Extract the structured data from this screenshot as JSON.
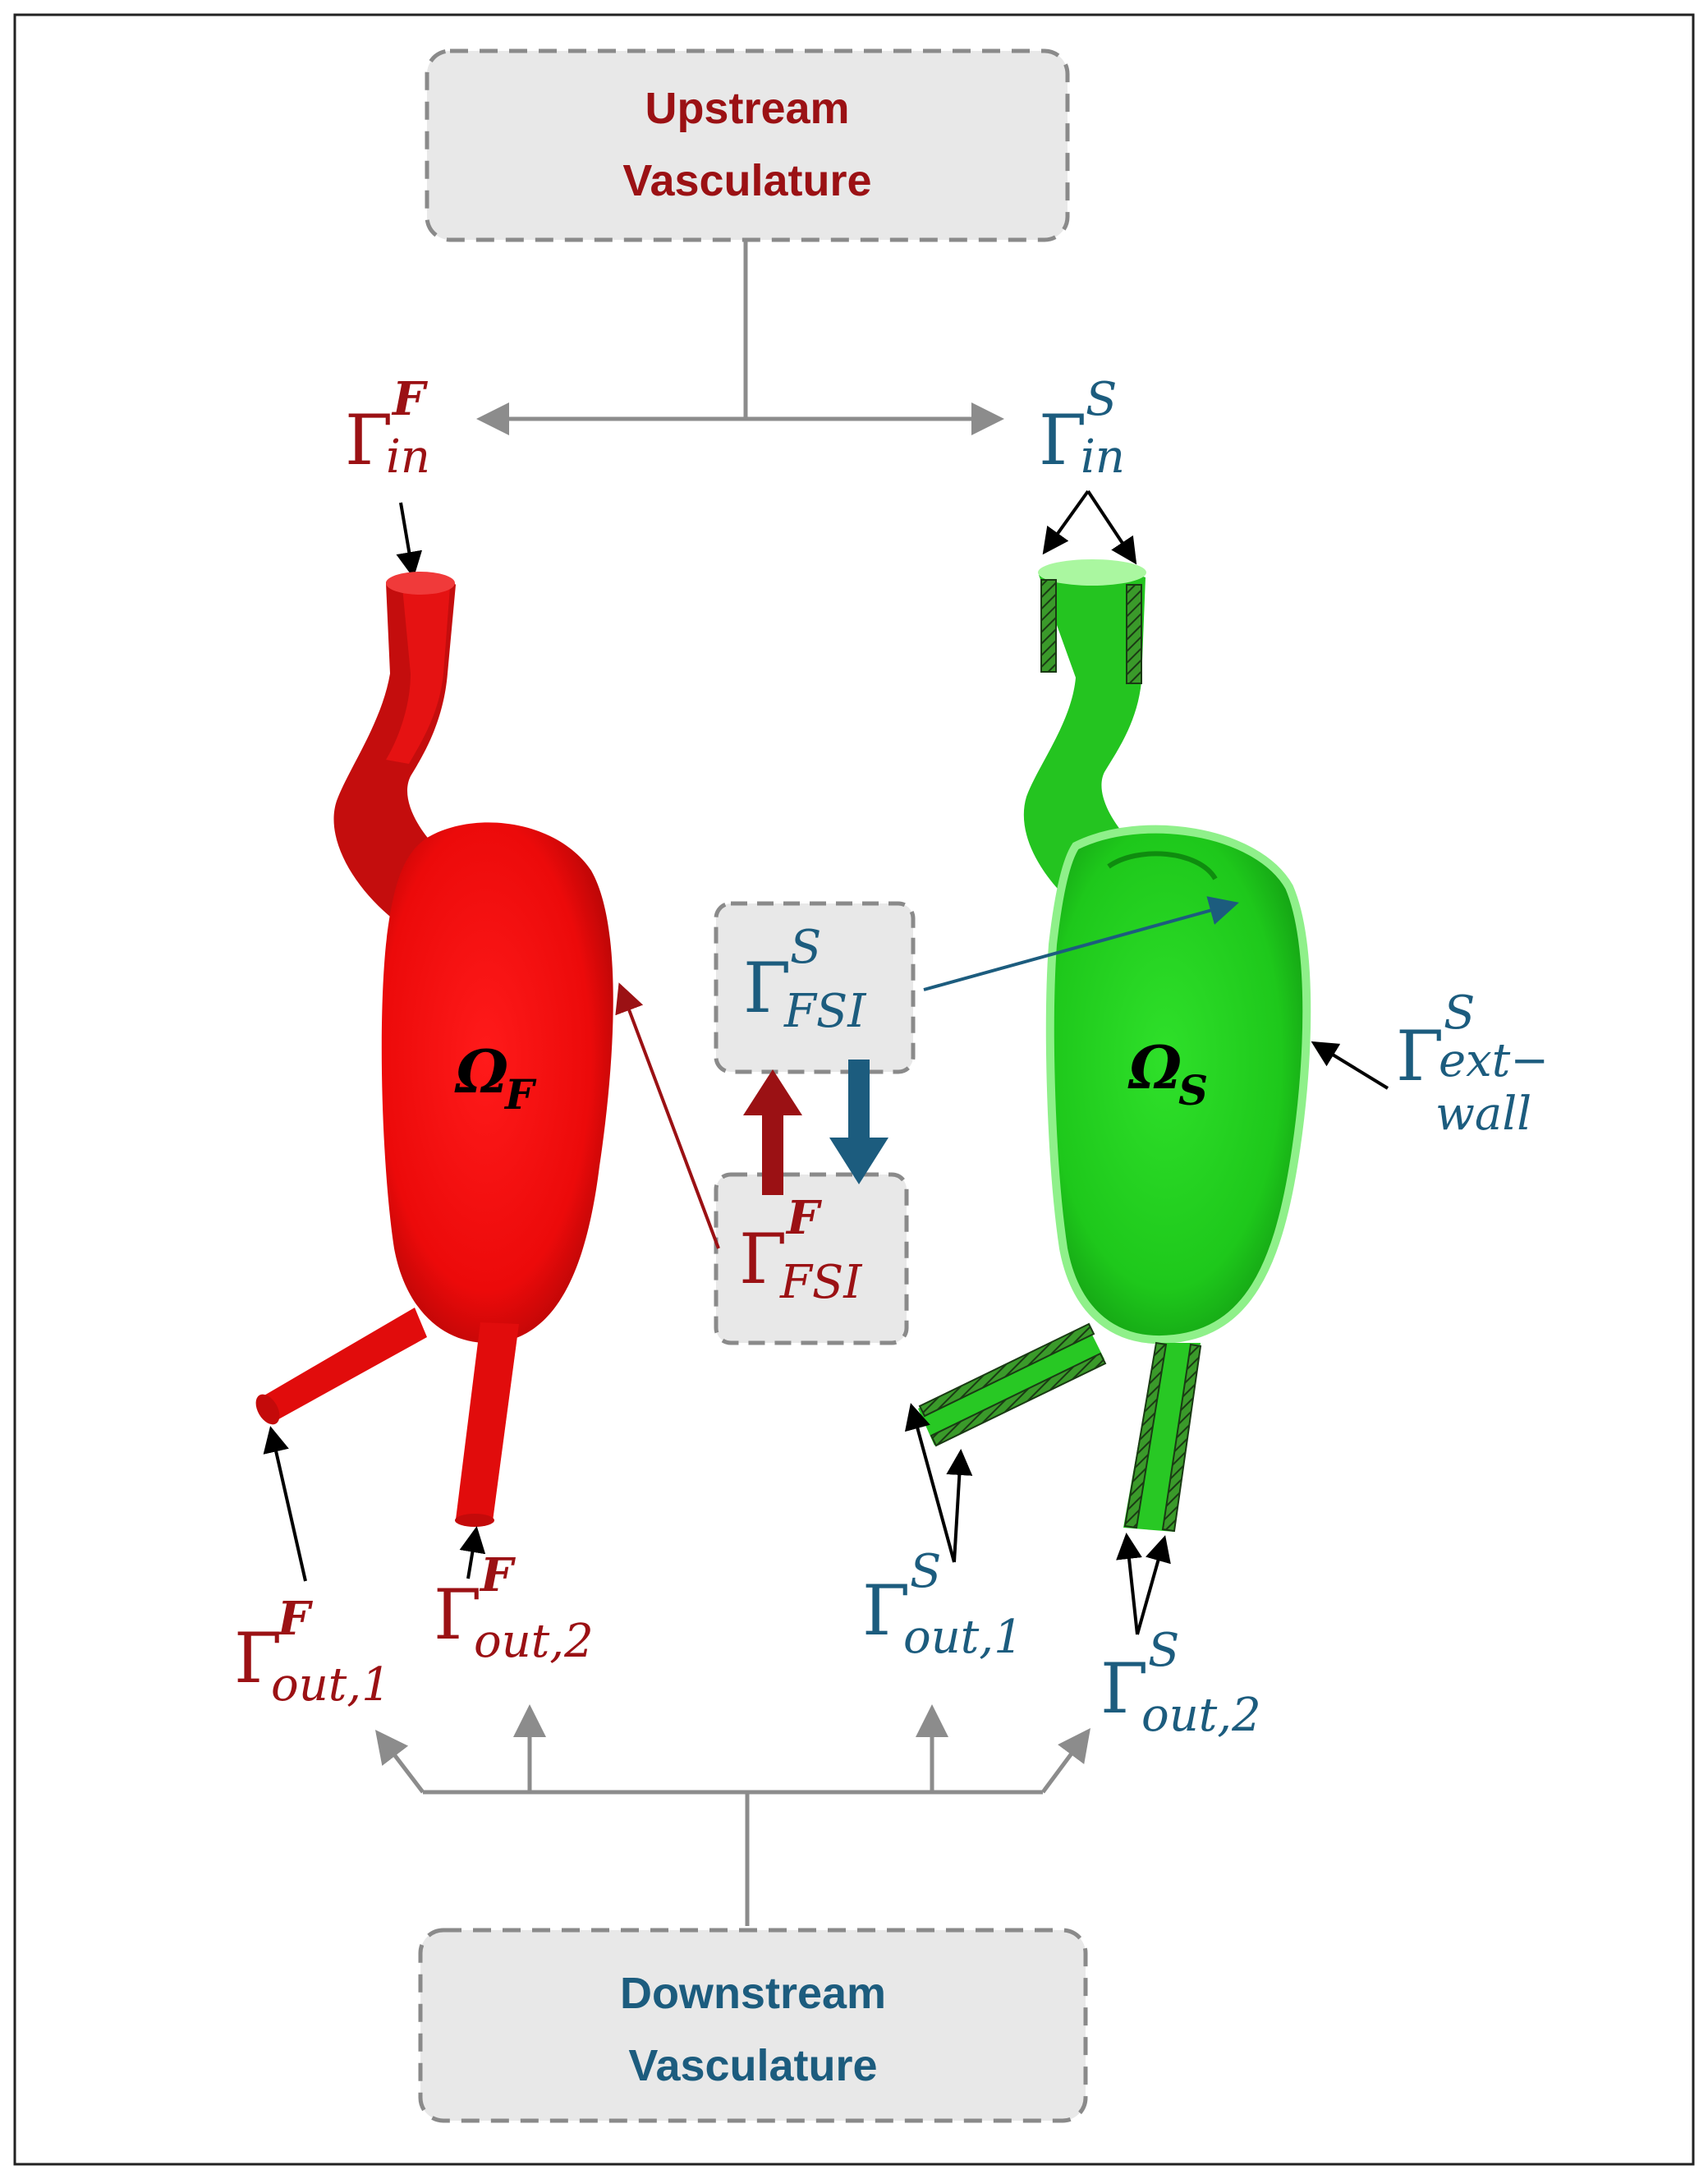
{
  "colors": {
    "fluid": "#9b1114",
    "solid": "#1c5c7e",
    "gray": "#8c8c8c",
    "box_fill": "#e8e8e8",
    "box_stroke": "#8a8a8a",
    "fluid_body": "#ee0c0c",
    "solid_body": "#22d11f"
  },
  "upstream": {
    "line1": "Upstream",
    "line2": "Vasculature"
  },
  "downstream": {
    "line1": "Downstream",
    "line2": "Vasculature"
  },
  "labels": {
    "gamma": "Γ",
    "fluid_in": {
      "sup": "F",
      "sub": "in"
    },
    "solid_in": {
      "sup": "S",
      "sub": "in"
    },
    "solid_fsi": {
      "sup": "S",
      "sub": "FSI"
    },
    "fluid_fsi": {
      "sup": "F",
      "sub": "FSI"
    },
    "solid_ext": {
      "sup": "S",
      "sub1": "ext−",
      "sub2": "wall"
    },
    "fluid_out1": {
      "sup": "F",
      "sub": "out,1"
    },
    "fluid_out2": {
      "sup": "F",
      "sub": "out,2"
    },
    "solid_out1": {
      "sup": "S",
      "sub": "out,1"
    },
    "solid_out2": {
      "sup": "S",
      "sub": "out,2"
    },
    "omega_f": {
      "main": "Ω",
      "sub": "F"
    },
    "omega_s": {
      "main": "Ω",
      "sub": "S"
    }
  }
}
